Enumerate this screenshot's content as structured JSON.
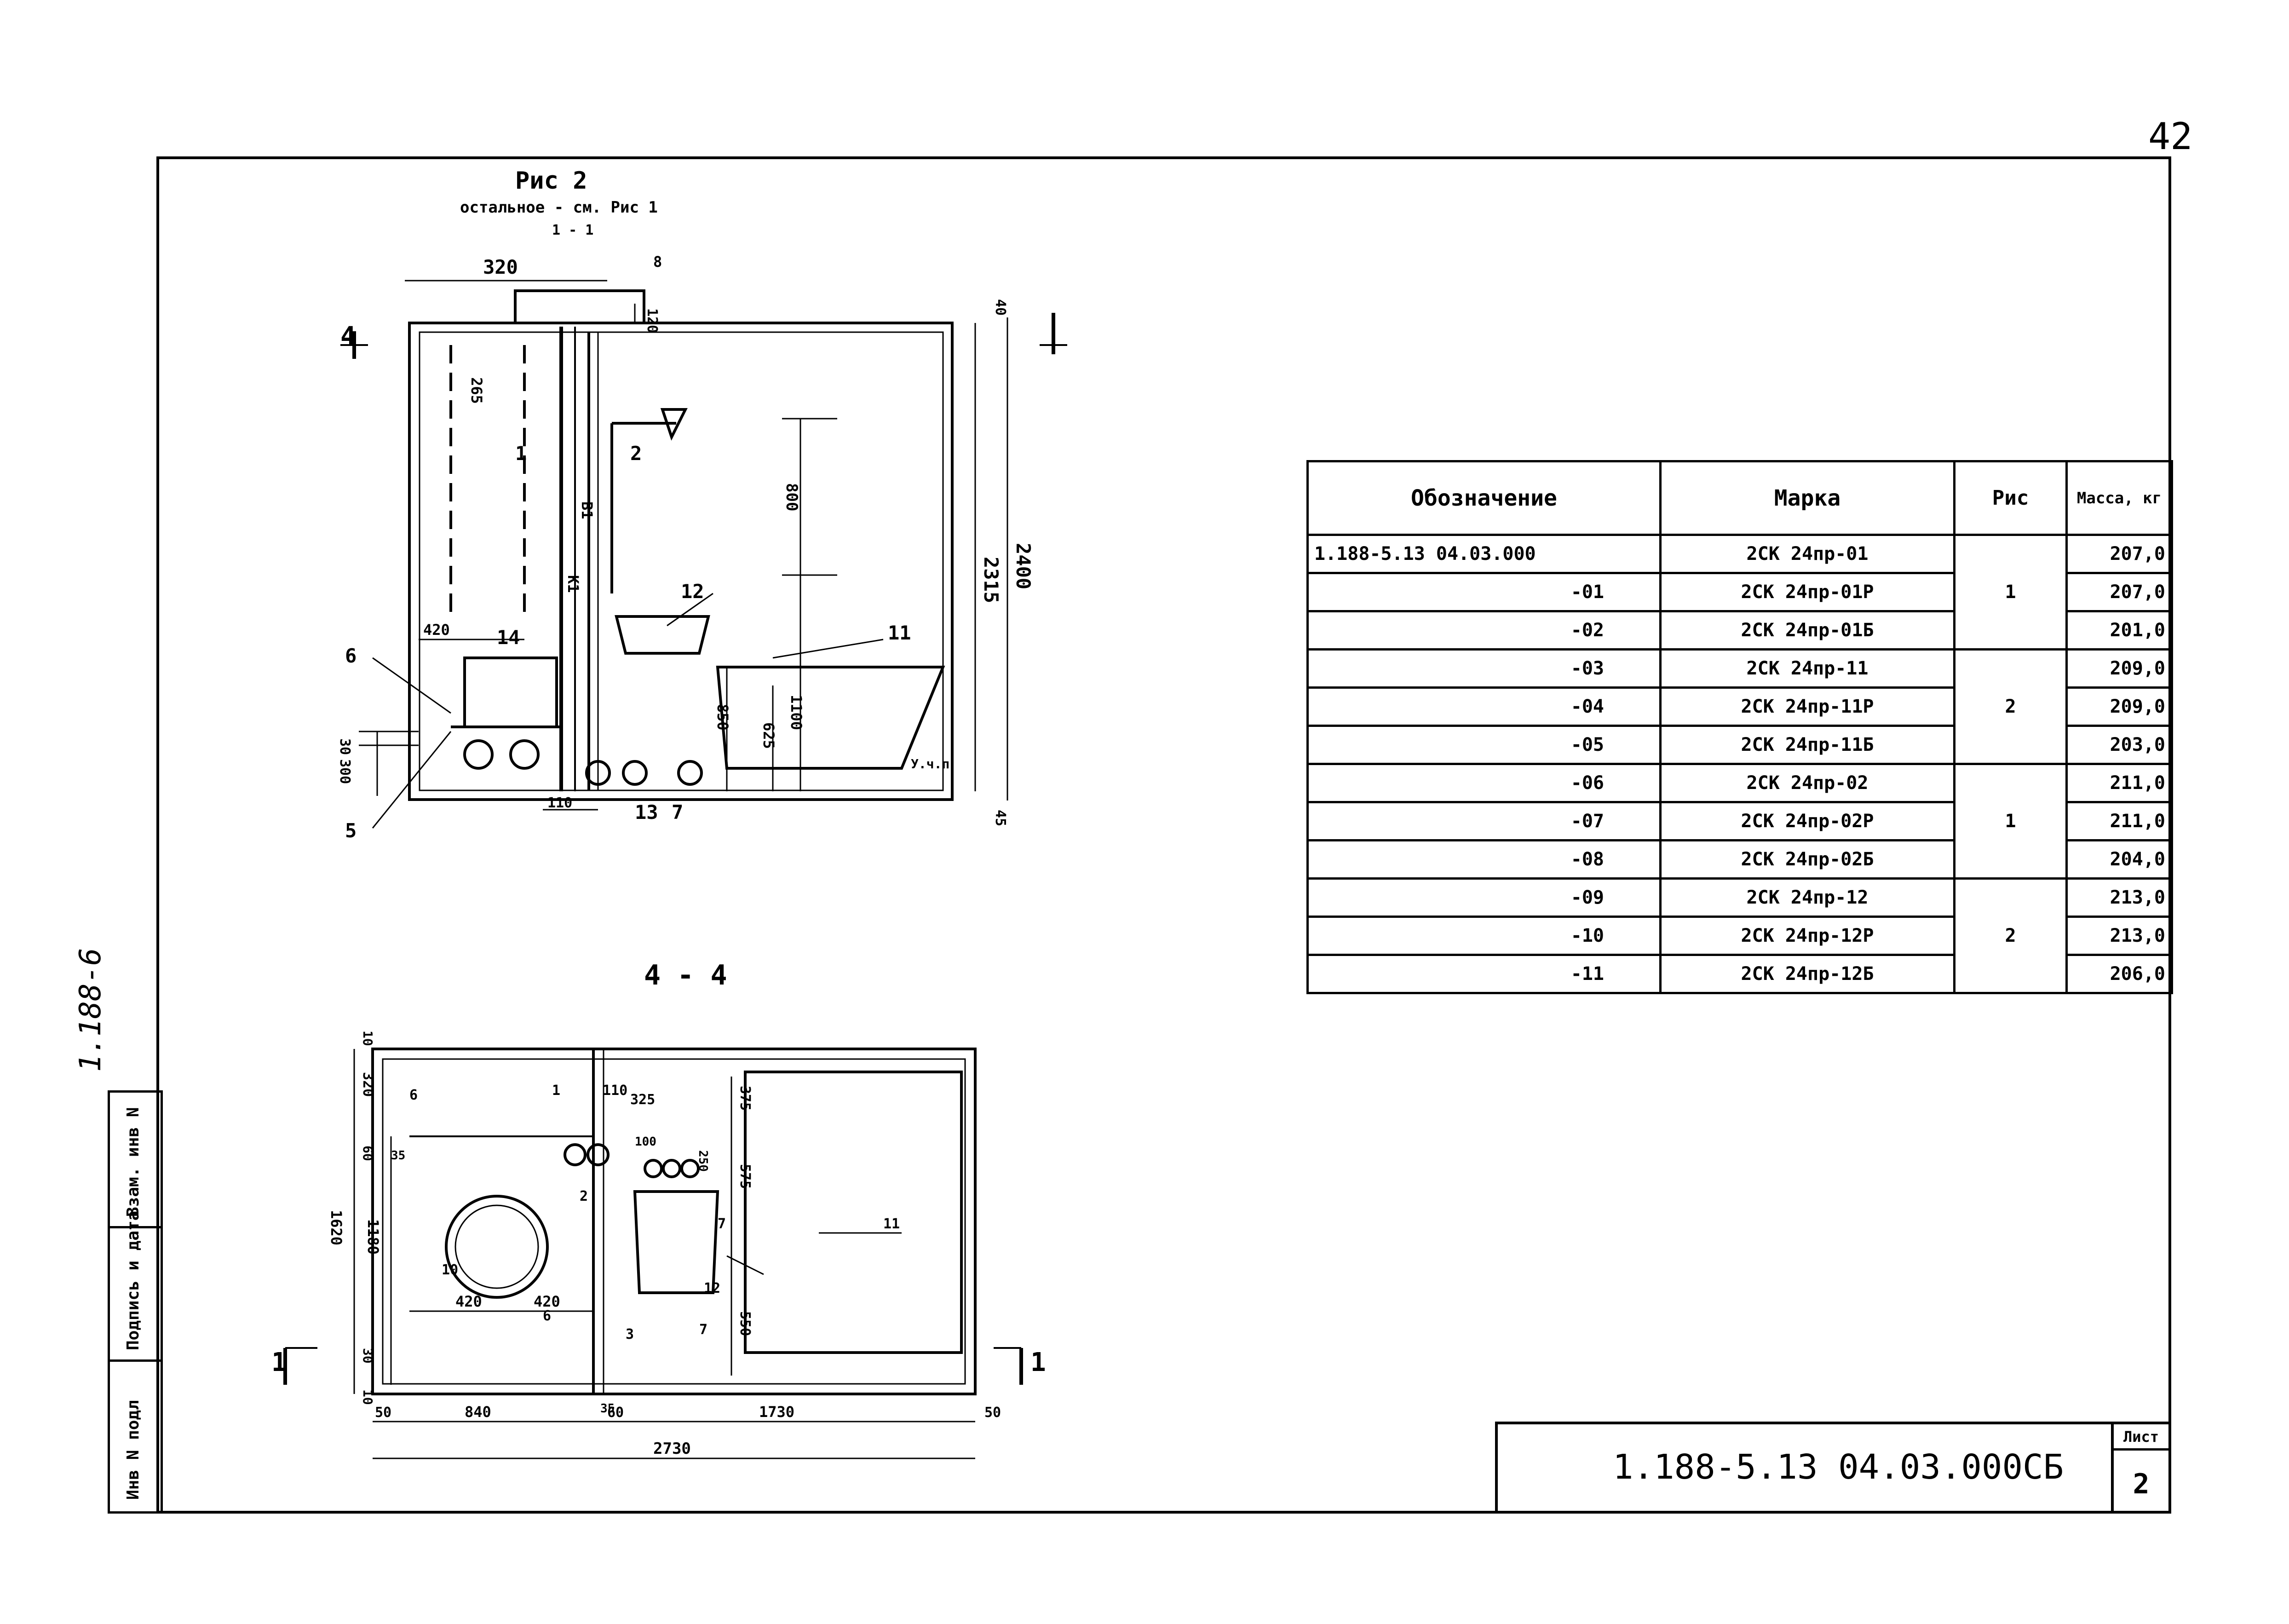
{
  "page_number": "42",
  "side_code": "1.188-6",
  "side_stamp": {
    "inv_podl": "Инв N подл",
    "podpis_data": "Подпись и дата",
    "vzam_inv": "Взам. инв N"
  },
  "figure_top": {
    "title": "Рис 2",
    "subtitle": "остальное - см. Рис 1",
    "dims": {
      "d320": "320",
      "d120": "120",
      "d265": "265",
      "d2400": "2400",
      "d2315": "2315",
      "d800": "800",
      "d850": "850",
      "d625": "625",
      "d1100": "1100",
      "d420": "420",
      "d30": "30",
      "d300": "300",
      "d110": "110",
      "d40": "40",
      "d45": "45",
      "uchp": "У.ч.п"
    },
    "labels": {
      "n1": "1",
      "n2": "2",
      "n4": "4",
      "n5": "5",
      "n6": "6",
      "n7": "7",
      "n8": "8",
      "n11": "11",
      "n12": "12",
      "n13": "13",
      "n14": "14",
      "k1": "К1",
      "b1": "В1",
      "section": "4",
      "cut": "1 - 1"
    }
  },
  "figure_bottom": {
    "title": "4 - 4",
    "dims": {
      "d10a": "10",
      "d320": "320",
      "d110": "110",
      "d325": "325",
      "d375": "375",
      "d60": "60",
      "d35a": "35",
      "d100": "100",
      "d250": "250",
      "d575": "575",
      "d1620": "1620",
      "d1180": "1180",
      "d420a": "420",
      "d420b": "420",
      "d550": "550",
      "d30": "30",
      "d10b": "10",
      "d35b": "35",
      "d50a": "50",
      "d840": "840",
      "d60b": "60",
      "d1730": "1730",
      "d50b": "50",
      "d2730": "2730"
    },
    "labels": {
      "n1": "1",
      "n2": "2",
      "n3": "3",
      "n6a": "6",
      "n6b": "6",
      "n7a": "7",
      "n7b": "7",
      "n10": "10",
      "n11": "11",
      "n12": "12",
      "cut": "1"
    }
  },
  "spec_table": {
    "headers": {
      "oboz": "Обозначение",
      "marka": "Марка",
      "ris": "Рис",
      "massa": "Масса, кг"
    },
    "rows": [
      {
        "oboz": "1.188-5.13 04.03.000",
        "marka": "2СК 24пр-01",
        "massa": "207,0"
      },
      {
        "oboz": "-01",
        "marka": "2СК 24пр-01Р",
        "massa": "207,0"
      },
      {
        "oboz": "-02",
        "marka": "2СК 24пр-01Б",
        "massa": "201,0"
      },
      {
        "oboz": "-03",
        "marka": "2СК 24пр-11",
        "massa": "209,0"
      },
      {
        "oboz": "-04",
        "marka": "2СК 24пр-11Р",
        "massa": "209,0"
      },
      {
        "oboz": "-05",
        "marka": "2СК 24пр-11Б",
        "massa": "203,0"
      },
      {
        "oboz": "-06",
        "marka": "2СК 24пр-02",
        "massa": "211,0"
      },
      {
        "oboz": "-07",
        "marka": "2СК 24пр-02Р",
        "massa": "211,0"
      },
      {
        "oboz": "-08",
        "marka": "2СК 24пр-02Б",
        "massa": "204,0"
      },
      {
        "oboz": "-09",
        "marka": "2СК 24пр-12",
        "massa": "213,0"
      },
      {
        "oboz": "-10",
        "marka": "2СК 24пр-12Р",
        "massa": "213,0"
      },
      {
        "oboz": "-11",
        "marka": "2СК 24пр-12Б",
        "massa": "206,0"
      }
    ],
    "ris_groups": [
      "1",
      "2",
      "1",
      "2"
    ]
  },
  "title_block": {
    "code": "1.188-5.13 04.03.000СБ",
    "sheet_label": "Лист",
    "sheet_no": "2"
  }
}
